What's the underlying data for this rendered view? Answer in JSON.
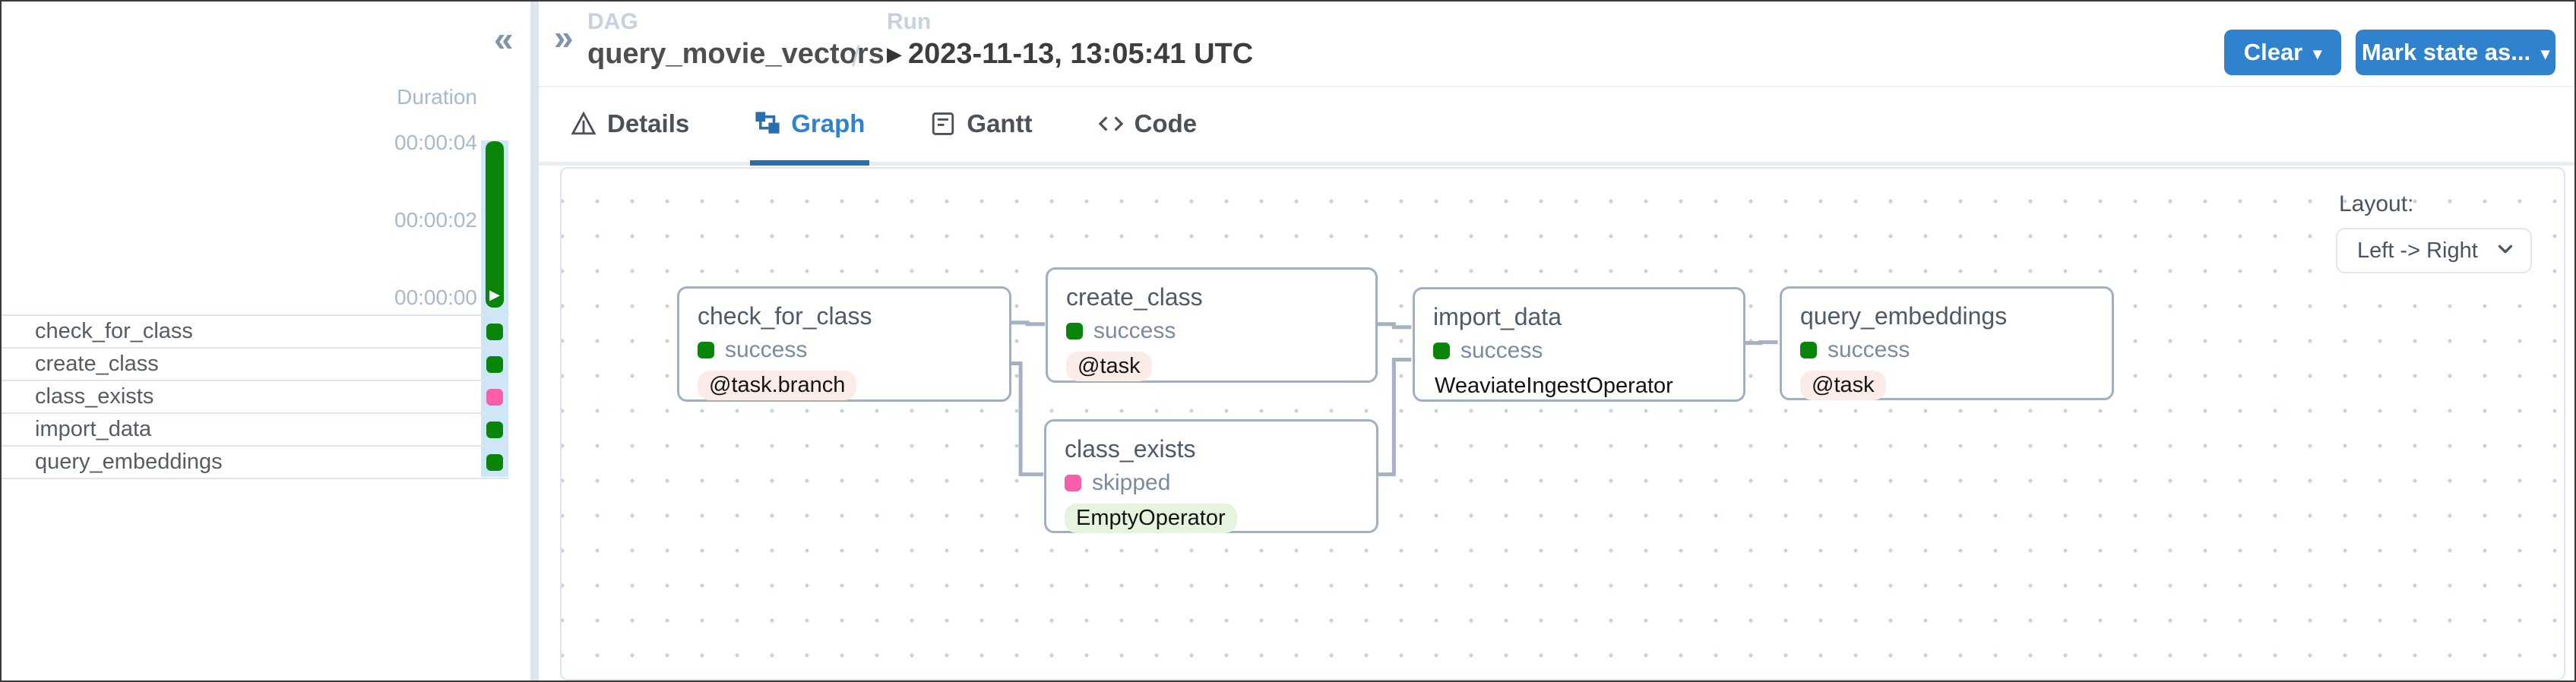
{
  "colors": {
    "accent_blue": "#3182ce",
    "success_green": "#0a850a",
    "skipped_pink": "#f75fa9",
    "node_border": "#a2aec2",
    "edge_gray": "#a6b1c2"
  },
  "sidebar": {
    "collapse_icon": "«",
    "duration": {
      "label": "Duration",
      "ticks": [
        "00:00:04",
        "00:00:02",
        "00:00:00"
      ]
    },
    "tasks": [
      {
        "name": "check_for_class",
        "status": "success"
      },
      {
        "name": "create_class",
        "status": "success"
      },
      {
        "name": "class_exists",
        "status": "skipped"
      },
      {
        "name": "import_data",
        "status": "success"
      },
      {
        "name": "query_embeddings",
        "status": "success"
      }
    ]
  },
  "header": {
    "expand_icon": "»",
    "dag_label": "DAG",
    "dag_name": "query_movie_vectors",
    "separator": "/",
    "run_label": "Run",
    "play_icon": "▶",
    "run_value": "2023-11-13, 13:05:41 UTC",
    "clear_button": "Clear",
    "mark_state_button": "Mark state as...",
    "caret": "▾"
  },
  "tabs": [
    {
      "label": "Details",
      "active": false
    },
    {
      "label": "Graph",
      "active": true
    },
    {
      "label": "Gantt",
      "active": false
    },
    {
      "label": "Code",
      "active": false
    }
  ],
  "graph": {
    "layout_label": "Layout:",
    "layout_value": "Left -> Right",
    "nodes": [
      {
        "id": "check_for_class",
        "title": "check_for_class",
        "status": "success",
        "operator": "@task.branch"
      },
      {
        "id": "create_class",
        "title": "create_class",
        "status": "success",
        "operator": "@task"
      },
      {
        "id": "class_exists",
        "title": "class_exists",
        "status": "skipped",
        "operator": "EmptyOperator"
      },
      {
        "id": "import_data",
        "title": "import_data",
        "status": "success",
        "operator": "WeaviateIngestOperator"
      },
      {
        "id": "query_embeddings",
        "title": "query_embeddings",
        "status": "success",
        "operator": "@task"
      }
    ],
    "edges": [
      {
        "from": "check_for_class",
        "to": "create_class"
      },
      {
        "from": "check_for_class",
        "to": "class_exists"
      },
      {
        "from": "create_class",
        "to": "import_data"
      },
      {
        "from": "class_exists",
        "to": "import_data"
      },
      {
        "from": "import_data",
        "to": "query_embeddings"
      }
    ],
    "duration_bar": {
      "task": "check_for_class_total",
      "approx_duration": "00:00:04"
    }
  }
}
